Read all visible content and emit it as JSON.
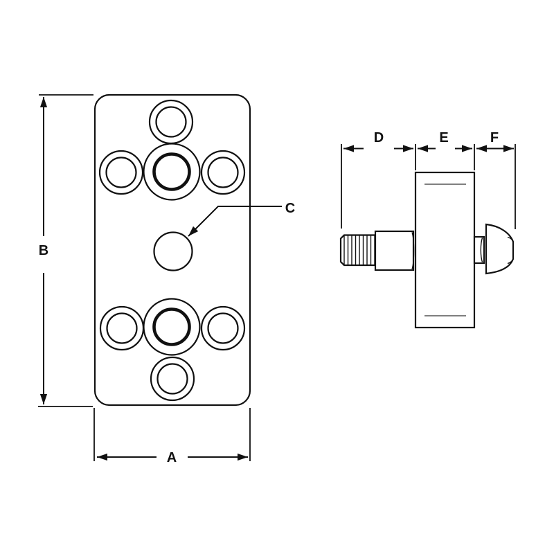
{
  "colors": {
    "background": "#ffffff",
    "line": "#111111",
    "soft_line": "#555555"
  },
  "diagram": {
    "type": "technical-drawing",
    "dimension_labels": {
      "a": "A",
      "b": "B",
      "c": "C",
      "d": "D",
      "e": "E",
      "f": "F"
    }
  }
}
